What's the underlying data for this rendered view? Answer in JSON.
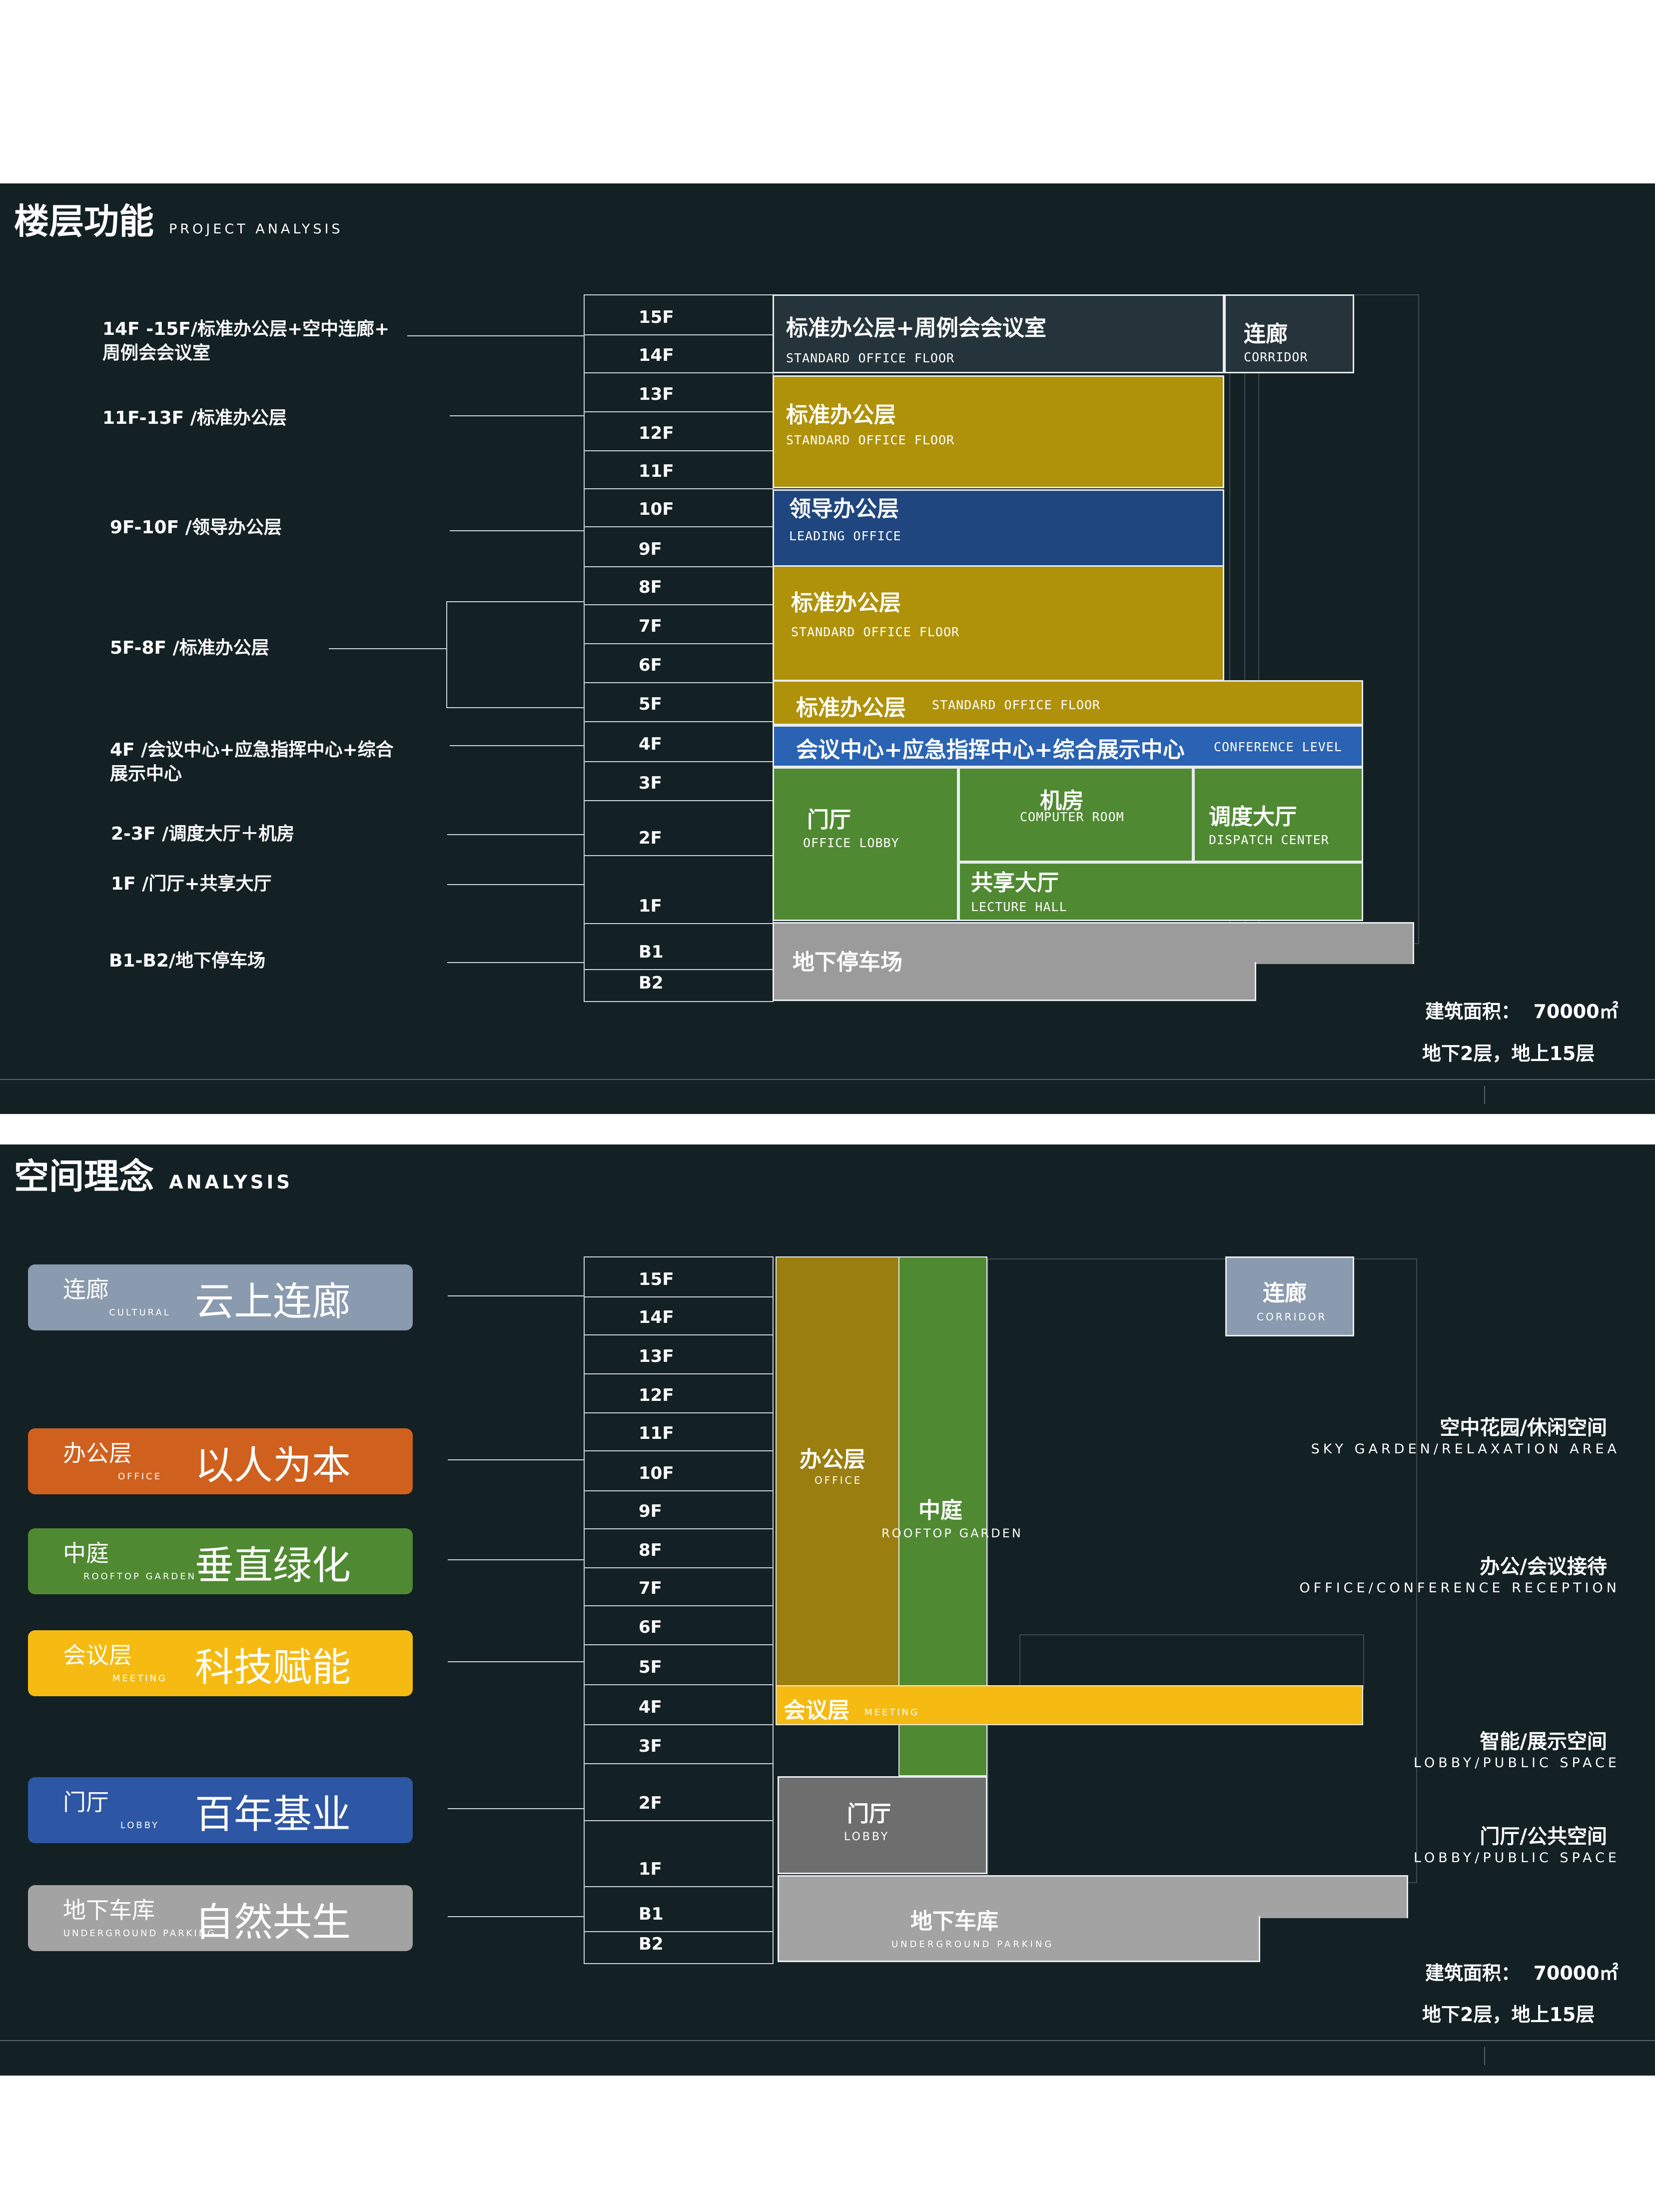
{
  "panel1": {
    "title": "楼层功能",
    "title_en": "PROJECT ANALYSIS",
    "floors": [
      "15F",
      "14F",
      "13F",
      "12F",
      "11F",
      "10F",
      "9F",
      "8F",
      "7F",
      "6F",
      "5F",
      "4F",
      "3F",
      "2F",
      "1F",
      "B1",
      "B2"
    ],
    "left_labels": {
      "l1a": "14F -15F/标准办公层+空中连廊+",
      "l1b": "周例会会议室",
      "l2": "11F-13F /标准办公层",
      "l3": "9F-10F /领导办公层",
      "l4": "5F-8F /标准办公层",
      "l5a": "4F /会议中心+应急指挥中心+综合",
      "l5b": "展示中心",
      "l6": "2-3F /调度大厅＋机房",
      "l7": "1F  /门厅+共享大厅",
      "l8": "B1-B2/地下停车场"
    },
    "blocks": {
      "b1_t": "标准办公层+周例会会议室",
      "b1_s": "STANDARD OFFICE FLOOR",
      "b2_t": "连廊",
      "b2_s": "CORRIDOR",
      "b3_t": "标准办公层",
      "b3_s": "STANDARD OFFICE FLOOR",
      "b4_t": "领导办公层",
      "b4_s": "LEADING OFFICE",
      "b5_t": "标准办公层",
      "b5_s": "STANDARD OFFICE FLOOR",
      "b6_t": "标准办公层",
      "b6_s": "STANDARD OFFICE FLOOR",
      "b7_t": "会议中心+应急指挥中心+综合展示中心",
      "b7_s": "CONFERENCE LEVEL",
      "b8_t": "门厅",
      "b8_s": "OFFICE  LOBBY",
      "b9_t": "机房",
      "b9_s": "COMPUTER ROOM",
      "b10_t": "调度大厅",
      "b10_s": "DISPATCH CENTER",
      "b11_t": "共享大厅",
      "b11_s": "LECTURE HALL",
      "b12_t": "地下停车场"
    },
    "stats": {
      "area_label": "建筑面积：",
      "area_value": "70000㎡",
      "levels": "地下2层，地上15层"
    }
  },
  "panel2": {
    "title": "空间理念",
    "title_en": "ANALYSIS",
    "floors": [
      "15F",
      "14F",
      "13F",
      "12F",
      "11F",
      "10F",
      "9F",
      "8F",
      "7F",
      "6F",
      "5F",
      "4F",
      "3F",
      "2F",
      "1F",
      "B1",
      "B2"
    ],
    "pills": [
      {
        "a": "连廊",
        "b": "CULTURAL",
        "c": "云上连廊",
        "color": "#8a9bb0"
      },
      {
        "a": "办公层",
        "b": "OFFICE",
        "c": "以人为本",
        "color": "#d0601e"
      },
      {
        "a": "中庭",
        "b": "ROOFTOP GARDEN",
        "c": "垂直绿化",
        "color": "#4f8a33"
      },
      {
        "a": "会议层",
        "b": "MEETING",
        "c": "科技赋能",
        "color": "#f5bb12"
      },
      {
        "a": "门厅",
        "b": "LOBBY",
        "c": "百年基业",
        "color": "#2d57a5"
      },
      {
        "a": "地下车库",
        "b": "UNDERGROUND PARKING",
        "c": "自然共生",
        "color": "#a3a3a3"
      }
    ],
    "blocks": {
      "corr_t": "连廊",
      "corr_s": "CORRIDOR",
      "office_t": "办公层",
      "office_s": "OFFICE",
      "court_t": "中庭",
      "court_s": "ROOFTOP GARDEN",
      "meet_t": "会议层",
      "meet_s": "MEETING",
      "lobby_t": "门厅",
      "lobby_s": "LOBBY",
      "park_t": "地下车库",
      "park_s": "UNDERGROUND PARKING"
    },
    "right_labels": [
      {
        "t": "空中花园/休闲空间",
        "s": "SKY GARDEN/RELAXATION AREA"
      },
      {
        "t": "办公/会议接待",
        "s": "OFFICE/CONFERENCE RECEPTION"
      },
      {
        "t": "智能/展示空间",
        "s": "LOBBY/PUBLIC SPACE"
      },
      {
        "t": "门厅/公共空间",
        "s": "LOBBY/PUBLIC SPACE"
      }
    ],
    "stats": {
      "area_label": "建筑面积：",
      "area_value": "70000㎡",
      "levels": "地下2层，地上15层"
    }
  },
  "colors": {
    "bg": "#142124",
    "olive": "#b0920a",
    "blue": "#20467f",
    "green": "#4f8a33",
    "gray": "#9b9b9b",
    "yellow": "#f5bb12"
  }
}
